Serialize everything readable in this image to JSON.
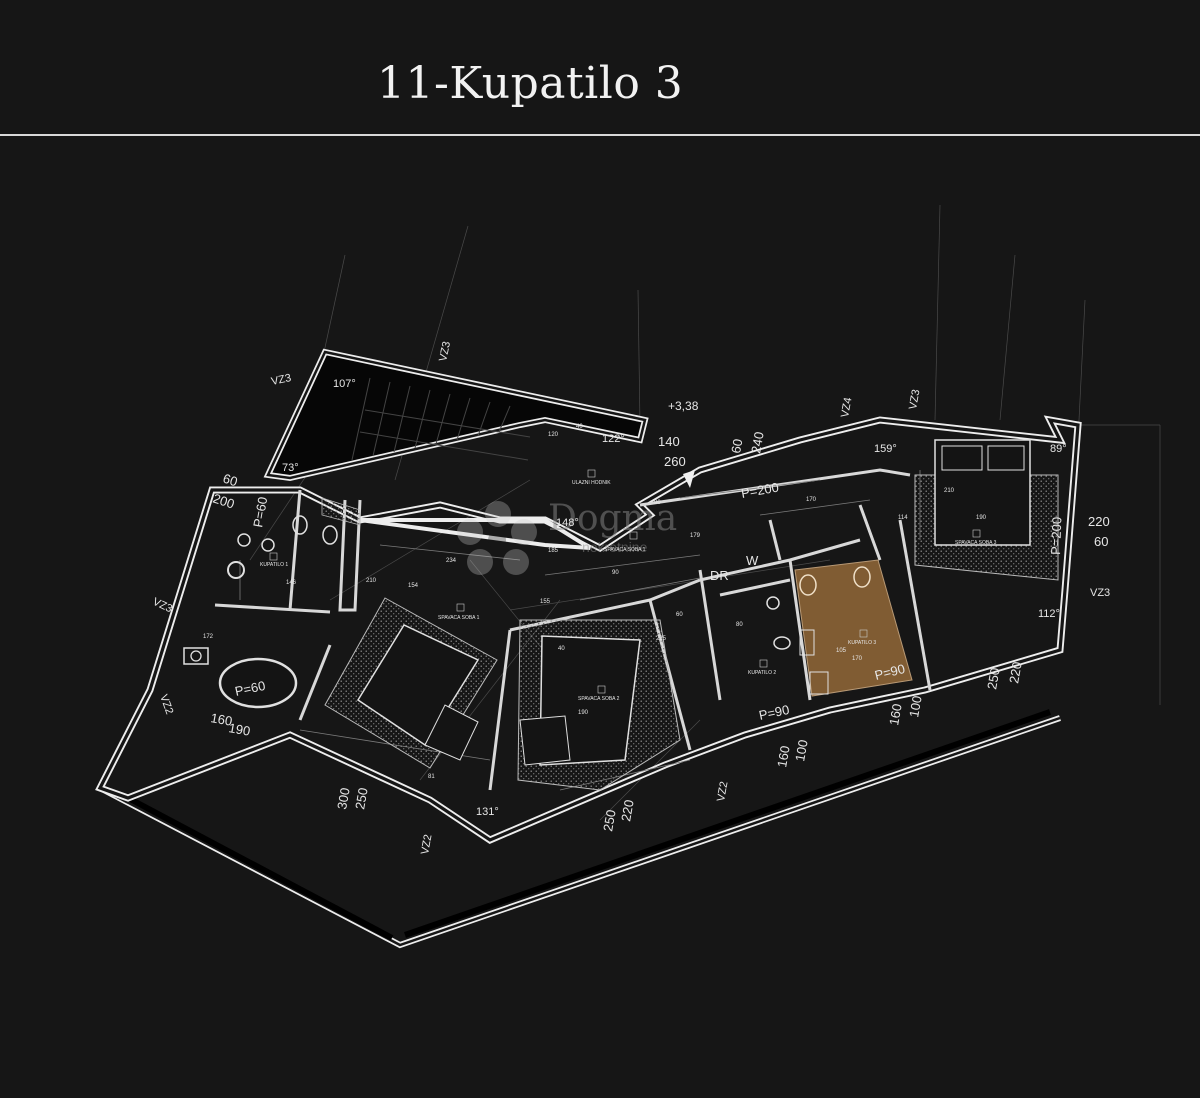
{
  "title": "11-Kupatilo 3",
  "colors": {
    "background": "#161616",
    "wall": "#ededed",
    "highlight": "#8a6236",
    "hatch": "#9a9a9a"
  },
  "watermark": {
    "name": "Dogma",
    "subtitle": "nekretnine"
  },
  "rooms": [
    {
      "tag": "ULAZNI HODNIK"
    },
    {
      "tag": "SPAVACA SOBA 1"
    },
    {
      "tag": "SPAVACA SOBA 1"
    },
    {
      "tag": "SPAVACA SOBA 2"
    },
    {
      "tag": "SPAVACA SOBA 3"
    },
    {
      "tag": "KUPATILO 1"
    },
    {
      "tag": "KUPATILO 2"
    },
    {
      "tag": "KUPATILO 3"
    }
  ],
  "room_codes": [
    "DR",
    "W"
  ],
  "level": "+3,38",
  "angles": [
    "107°",
    "122°",
    "73°",
    "159°",
    "89°",
    "148°",
    "112°",
    "131°"
  ],
  "wall_codes": [
    "VZ3",
    "VZ3",
    "VZ3",
    "VZ3",
    "VZ3",
    "VZ4",
    "VZ2",
    "VZ2",
    "VZ2"
  ],
  "dims_large": [
    "140",
    "260",
    "60",
    "240",
    "P=200",
    "60",
    "200",
    "P=60",
    "P=60",
    "220",
    "60",
    "P=200",
    "P=90",
    "P=90",
    "160",
    "190",
    "300",
    "250",
    "220",
    "250",
    "100",
    "160",
    "160",
    "100",
    "250",
    "220"
  ],
  "dims_small": [
    "120",
    "40",
    "170",
    "114",
    "210",
    "190",
    "179",
    "90",
    "234",
    "185",
    "90",
    "155",
    "154",
    "146",
    "172",
    "210",
    "170",
    "105",
    "60",
    "80",
    "225",
    "40",
    "81",
    "190"
  ]
}
